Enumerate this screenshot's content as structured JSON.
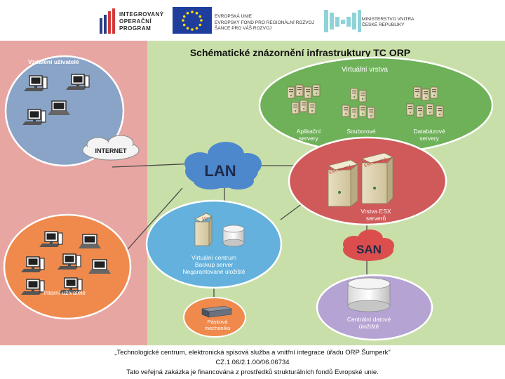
{
  "header": {
    "iop_logo_lines": [
      "INTEGROVANÝ",
      "OPERAČNÍ",
      "PROGRAM"
    ],
    "eu_text_lines": [
      "EVROPSKÁ UNIE",
      "EVROPSKÝ FOND PRO REGIONÁLNÍ ROZVOJ",
      "ŠANCE PRO VÁŠ ROZVOJ"
    ],
    "ministry_text_lines": [
      "MINISTERSTVO VNITRA",
      "ČESKÉ REPUBLIKY"
    ]
  },
  "diagram": {
    "title": "Schématické znázornění infrastruktury TC ORP",
    "remote_users": "Vzdálení uživatelé",
    "internet": "INTERNET",
    "lan": "LAN",
    "virtual_layer": "Virtuální vrstva",
    "app_servers": [
      "Aplikační",
      "servery"
    ],
    "file_servers": [
      "Souborové",
      "servery"
    ],
    "db_servers": [
      "Databázové",
      "servery"
    ],
    "esx_server_1": "ESX server 1",
    "esx_server_2": "ESX server 2",
    "esx_layer": [
      "Vrstva ESX",
      "serverů"
    ],
    "vc_label": "VC",
    "virtual_center": [
      "Virtuální centrum",
      "Backup server",
      "Negarantované úložiště"
    ],
    "internal_users": "Interní uživatelé",
    "san": "SAN",
    "tape_drive": [
      "Pásková",
      "mechanika"
    ],
    "central_storage": [
      "Centrální datové",
      "úložiště"
    ]
  },
  "footer": {
    "line1": "„Technologické centrum, elektronická spisová služba a vnitřní integrace úřadu ORP Šumperk\"",
    "line2": "CZ.1.06/2.1.00/06.06734",
    "line3": "Tato veřejná zakázka je financována z prostředků strukturálních fondů Evropské unie."
  },
  "colors": {
    "left_panel": "#e8a6a2",
    "right_panel": "#c9dfa9",
    "remote_users_ellipse": "#8aa4c8",
    "virtual_layer_ellipse": "#6fb158",
    "esx_ellipse": "#d05a5a",
    "vc_ellipse": "#63b1dc",
    "internal_users_ellipse": "#ef8a4c",
    "storage_ellipse": "#b5a3d3",
    "tape_ellipse": "#ef8a4c",
    "cloud": "#4d87cc",
    "san_cloud": "#dc4e4e"
  }
}
